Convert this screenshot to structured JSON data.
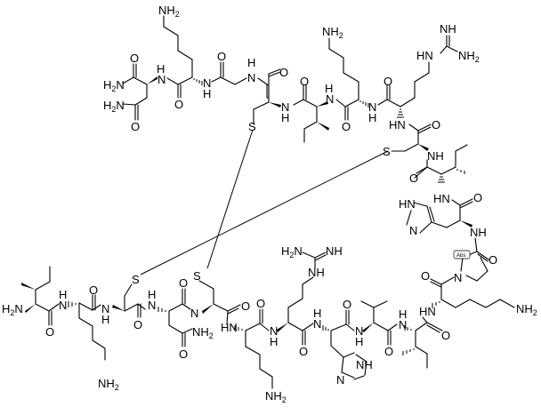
{
  "figure": {
    "type": "chemical-structure",
    "title": "",
    "subject": "Cyclic (disulfide-bridged) peptide, C-terminal amide",
    "sequence": [
      "Ile",
      "Lys",
      "Cys",
      "Asn",
      "Cys",
      "Lys",
      "Arg",
      "His",
      "Val",
      "Ile",
      "Lys",
      "Pro",
      "His",
      "Ile",
      "Cys",
      "Arg",
      "Lys",
      "Ile",
      "Cys",
      "Gly",
      "Lys",
      "Asn"
    ],
    "c_terminus": "NH2 (amide)",
    "disulfide_bonds": [
      {
        "from": "Cys3",
        "to": "Cys15"
      },
      {
        "from": "Cys5",
        "to": "Cys19"
      }
    ],
    "stereo_annotation": "Abs",
    "labels": {
      "nh2": "NH",
      "nh2_sub": "2",
      "h2n": "H",
      "h2n_sub": "2",
      "h2n_tail": "N",
      "nh": "NH",
      "hn": "HN",
      "h": "H",
      "n": "N",
      "o": "O",
      "s": "S",
      "abs": "Abs"
    }
  }
}
